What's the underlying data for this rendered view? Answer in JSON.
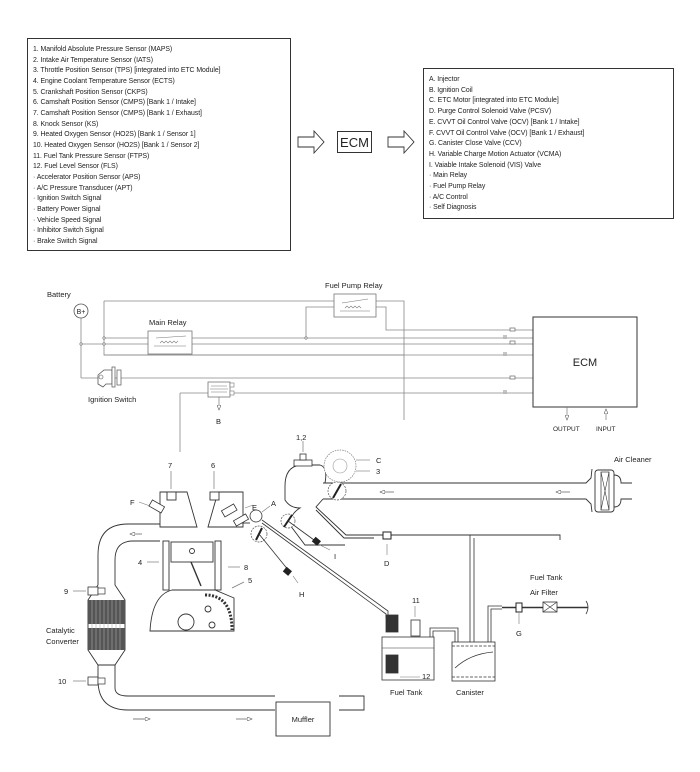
{
  "inputs": {
    "items": [
      "1. Manifold Absolute Pressure Sensor (MAPS)",
      "2. Intake Air Temperature Sensor (IATS)",
      "3. Throttle Position Sensor (TPS) [integrated into ETC Module]",
      "4. Engine Coolant Temperature Sensor (ECTS)",
      "5. Crankshaft Position Sensor (CKPS)",
      "6. Camshaft Position Sensor (CMPS) [Bank 1 / Intake]",
      "7. Camshaft Position Sensor (CMPS) [Bank 1 / Exhaust]",
      "8. Knock Sensor (KS)",
      "9. Heated Oxygen Sensor (HO2S) [Bank 1 / Sensor 1]",
      "10. Heated Oxygen Sensor (HO2S) [Bank 1 / Sensor 2]",
      "11. Fuel Tank Pressure Sensor (FTPS)",
      "12. Fuel Level Sensor (FLS)",
      "· Accelerator Position Sensor (APS)",
      "· A/C Pressure Transducer (APT)",
      "· Ignition Switch Signal",
      "· Battery Power Signal",
      "· Vehicle Speed Signal",
      "· Inhibitor Switch Signal",
      "· Brake Switch Signal"
    ]
  },
  "ecm_label": "ECM",
  "outputs": {
    "items": [
      "A. Injector",
      "B. Ignition Coil",
      "C. ETC Motor [integrated into ETC Module]",
      "D. Purge Control Solenoid Valve (PCSV)",
      "E. CVVT Oil Control Valve (OCV) [Bank 1 / Intake]",
      "F. CVVT Oil Control Valve (OCV) [Bank 1 / Exhaust]",
      "G. Canister Close Valve (CCV)",
      "H. Variable Charge Motion Actuator (VCMA)",
      "I. Vaiable Intake Solenoid (VIS) Valve",
      "· Main Relay",
      "· Fuel Pump Relay",
      "· A/C Control",
      "· Self Diagnosis"
    ]
  },
  "diagram": {
    "battery_label": "Battery",
    "battery_symbol": "B+",
    "main_relay_label": "Main Relay",
    "fuel_pump_relay_label": "Fuel Pump Relay",
    "ignition_switch_label": "Ignition Switch",
    "ecm_label": "ECM",
    "output_label": "OUTPUT",
    "input_label": "INPUT",
    "air_cleaner_label": "Air Cleaner",
    "catalytic_label_1": "Catalytic",
    "catalytic_label_2": "Converter",
    "muffler_label": "Muffler",
    "fuel_tank_label": "Fuel Tank",
    "canister_label": "Canister",
    "fuel_tank_air_filter_1": "Fuel Tank",
    "fuel_tank_air_filter_2": "Air Filter",
    "callouts": {
      "s12": "1,2",
      "s3": "3",
      "s4": "4",
      "s5": "5",
      "s6": "6",
      "s7": "7",
      "s8": "8",
      "s9": "9",
      "s10": "10",
      "s11": "11",
      "s12b": "12",
      "a": "A",
      "b": "B",
      "c": "C",
      "d": "D",
      "e": "E",
      "f": "F",
      "g": "G",
      "h": "H",
      "i": "I"
    }
  }
}
